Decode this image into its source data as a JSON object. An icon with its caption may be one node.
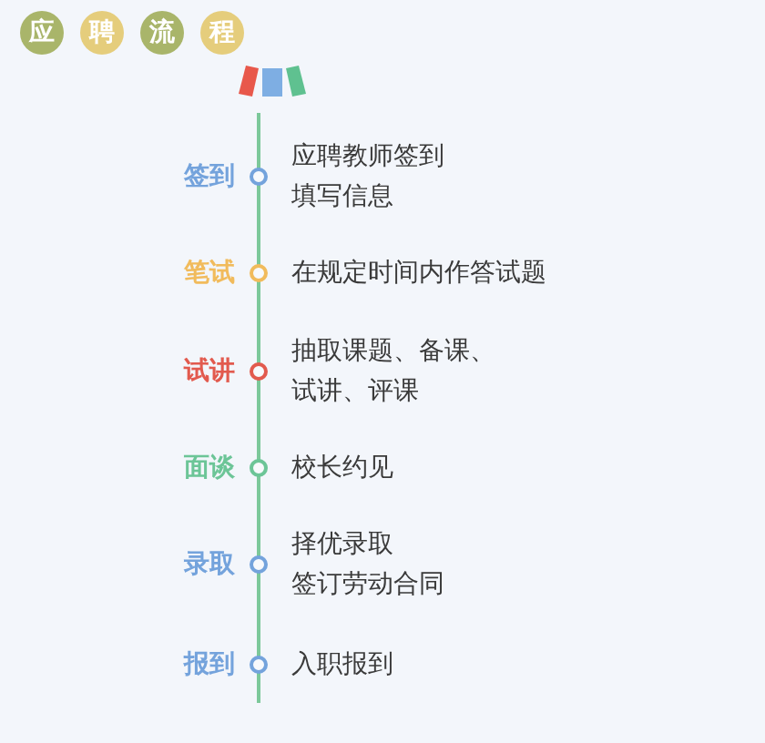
{
  "diagram": {
    "title": "应聘流程",
    "nodes": [
      {
        "text": [],
        "shape": "circle",
        "beside": [
          "签到",
          "应聘教师签到填写信息"
        ]
      },
      {
        "text": [],
        "shape": "circle",
        "beside": [
          "笔试",
          "在规定时间内作答试题"
        ]
      },
      {
        "text": [],
        "shape": "circle",
        "beside": [
          "试讲",
          "抽取课题、备课、试讲、评课"
        ]
      },
      {
        "text": [],
        "shape": "circle",
        "beside": [
          "面谈",
          "校长约见"
        ]
      },
      {
        "text": [],
        "shape": "circle",
        "beside": [
          "录取",
          "择优录取签订劳动合同"
        ]
      },
      {
        "text": [],
        "shape": "circle",
        "beside": [
          "报到",
          "入职报到"
        ]
      }
    ]
  }
}
